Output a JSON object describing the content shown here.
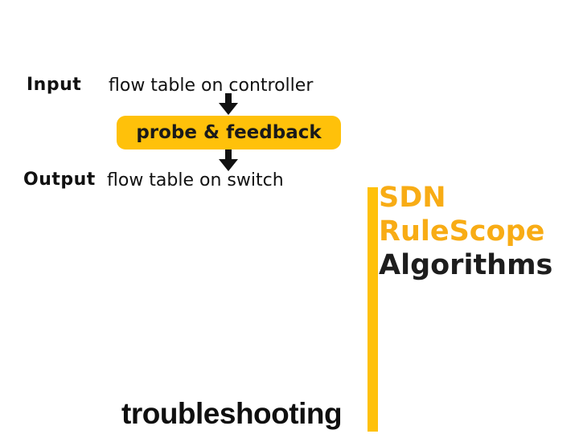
{
  "slide": {
    "diagram": {
      "input_label": "Input",
      "input_value": "flow table on controller",
      "box_label": "probe & feedback",
      "output_label": "Output",
      "output_value": "flow table on switch",
      "arrow_icon": "down-arrow"
    },
    "title_lines": [
      {
        "text": "SDN"
      },
      {
        "text": "RuleScope"
      },
      {
        "text": "Algorithms"
      }
    ],
    "footer_label": "troubleshooting",
    "colors": {
      "accent_gold": "#FFC10A",
      "heading_gold": "#F8AC15",
      "text_dark": "#1a1a1a",
      "background": "#ffffff",
      "arrow_black": "#111111"
    }
  }
}
